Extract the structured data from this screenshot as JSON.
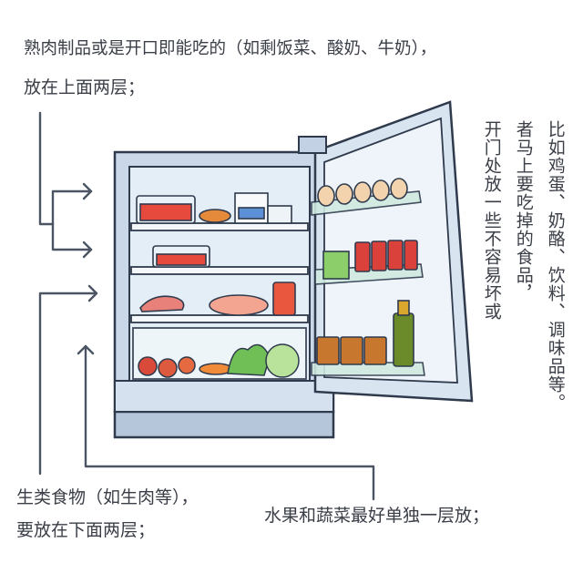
{
  "labels": {
    "top_left_line1": "熟肉制品或是开口即能吃的（如剩饭菜、酸奶、牛奶），",
    "top_left_line2": "放在上面两层；",
    "bottom_left_line1": "生类食物（如生肉等），",
    "bottom_left_line2": "要放在下面两层；",
    "bottom_center": "水果和蔬菜最好单独一层放；",
    "right_col_1": "比如鸡蛋、奶酪、饮料、调味品等。",
    "right_col_2": "者马上要吃掉的食品，",
    "right_col_3": "开门处放一些不容易坏或"
  },
  "colors": {
    "text": "#3a3e47",
    "fridge_body": "#c9d7e8",
    "fridge_outline": "#2f3a4d",
    "interior": "#e4eef7",
    "connector": "#4b5563"
  }
}
